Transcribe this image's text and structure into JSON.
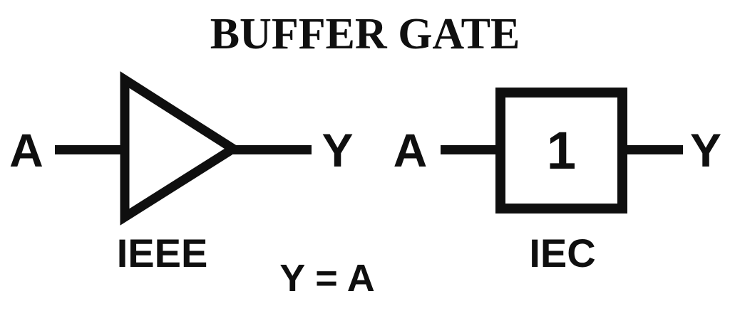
{
  "title": "BUFFER GATE",
  "equation": "Y = A",
  "ieee": {
    "standard_label": "IEEE",
    "input_label": "A",
    "output_label": "Y"
  },
  "iec": {
    "standard_label": "IEC",
    "input_label": "A",
    "output_label": "Y",
    "box_symbol": "1"
  },
  "colors": {
    "ink": "#0f0f0f",
    "background": "#ffffff"
  }
}
